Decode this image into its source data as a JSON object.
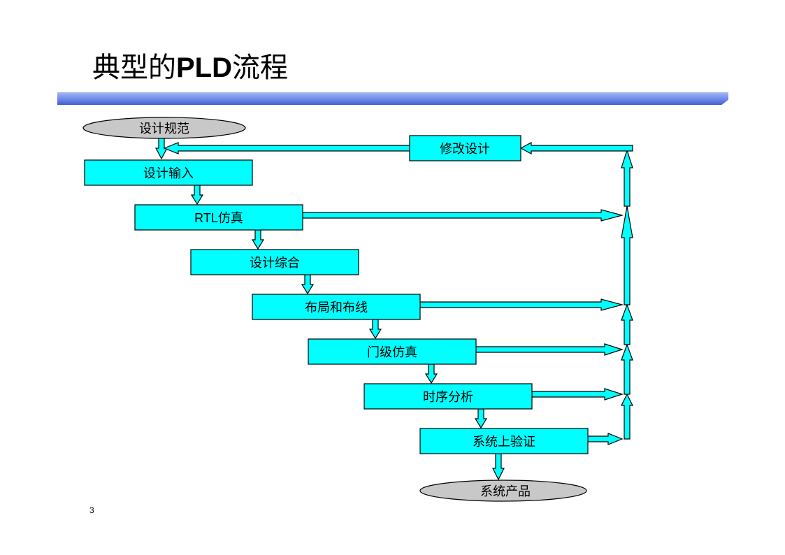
{
  "slide": {
    "title_cn1": "典型的",
    "title_pld": "PLD",
    "title_cn2": "流程",
    "page_number": "3"
  },
  "flow": {
    "spec": "设计规范",
    "modify": "修改设计",
    "input": "设计输入",
    "rtl_latin": "RTL",
    "rtl_cn": "仿真",
    "synth": "设计综合",
    "pnr": "布局和布线",
    "gate_sim": "门级仿真",
    "timing": "时序分析",
    "sys_verify": "系统上验证",
    "product": "系统产品"
  },
  "colors": {
    "box_fill": "#00ffff",
    "ellipse_fill": "#c8c8c8",
    "title_bar": "#5a78e0"
  }
}
